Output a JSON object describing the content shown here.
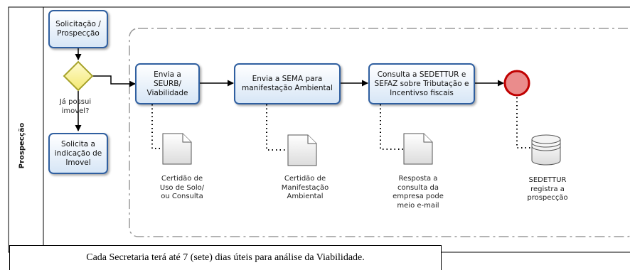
{
  "lane": {
    "title": "Prospecção"
  },
  "tasks": {
    "solicitacao": "Solicitação /\nProspecção",
    "solicita_imovel": "Solicita a\nindicação de\nImovel",
    "seurb": "Envia a SEURB/\nViabilidade",
    "sema": "Envia a SEMA para\nmanifestação Ambiental",
    "sedettur": "Consulta a SEDETTUR e\nSEFAZ sobre Tributação e\nIncentivso fiscais"
  },
  "gateway": {
    "label": "Já possui\nimovel?"
  },
  "artifacts": {
    "doc1": "Certidão de\nUso de Solo/\nou Consulta",
    "doc2": "Certidão de\nManifestação\nAmbiental",
    "doc3": "Resposta  a\nconsulta da\nempresa pode\nmeio e-mail",
    "datastore": "SEDETTUR\nregistra a\nprospecção"
  },
  "note": "Cada Secretaria terá até 7 (sete) dias úteis para análise da Viabilidade.",
  "colors": {
    "task_border": "#2f5fa0",
    "gateway_fill": "#fff59a",
    "gateway_border": "#9a9a20",
    "end_event_fill": "#e98b8b",
    "end_event_border": "#c00000"
  }
}
